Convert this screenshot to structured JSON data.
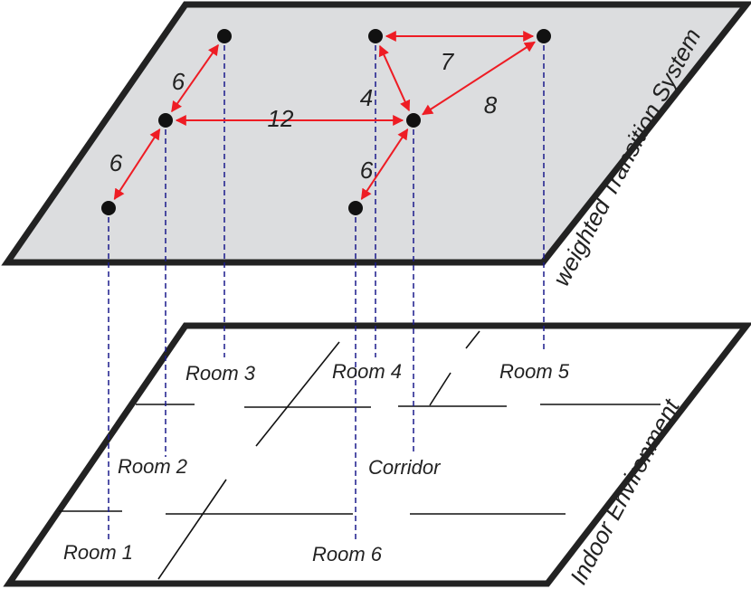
{
  "colors": {
    "plane_fill": "#dcdddf",
    "plane_stroke": "#222222",
    "node_fill": "#111111",
    "edge_color": "#ee1c24",
    "link_color": "#1a1a8c",
    "wall_color": "#111111"
  },
  "labels": {
    "top_plane": "weighted Transition System",
    "bottom_plane": "Indoor Environment"
  },
  "rooms": [
    {
      "id": "room1",
      "label": "Room 1"
    },
    {
      "id": "room2",
      "label": "Room 2"
    },
    {
      "id": "room3",
      "label": "Room 3"
    },
    {
      "id": "room4",
      "label": "Room 4"
    },
    {
      "id": "room5",
      "label": "Room 5"
    },
    {
      "id": "room6",
      "label": "Room 6"
    },
    {
      "id": "corridor",
      "label": "Corridor"
    }
  ],
  "edges": [
    {
      "from": "room2",
      "to": "room3",
      "weight": "6"
    },
    {
      "from": "room2",
      "to": "room1",
      "weight": "6"
    },
    {
      "from": "room2",
      "to": "corridor",
      "weight": "12"
    },
    {
      "from": "room4",
      "to": "corridor",
      "weight": "4"
    },
    {
      "from": "room4",
      "to": "room5",
      "weight": "7"
    },
    {
      "from": "room5",
      "to": "corridor",
      "weight": "8"
    },
    {
      "from": "corridor",
      "to": "room6",
      "weight": "6"
    }
  ]
}
